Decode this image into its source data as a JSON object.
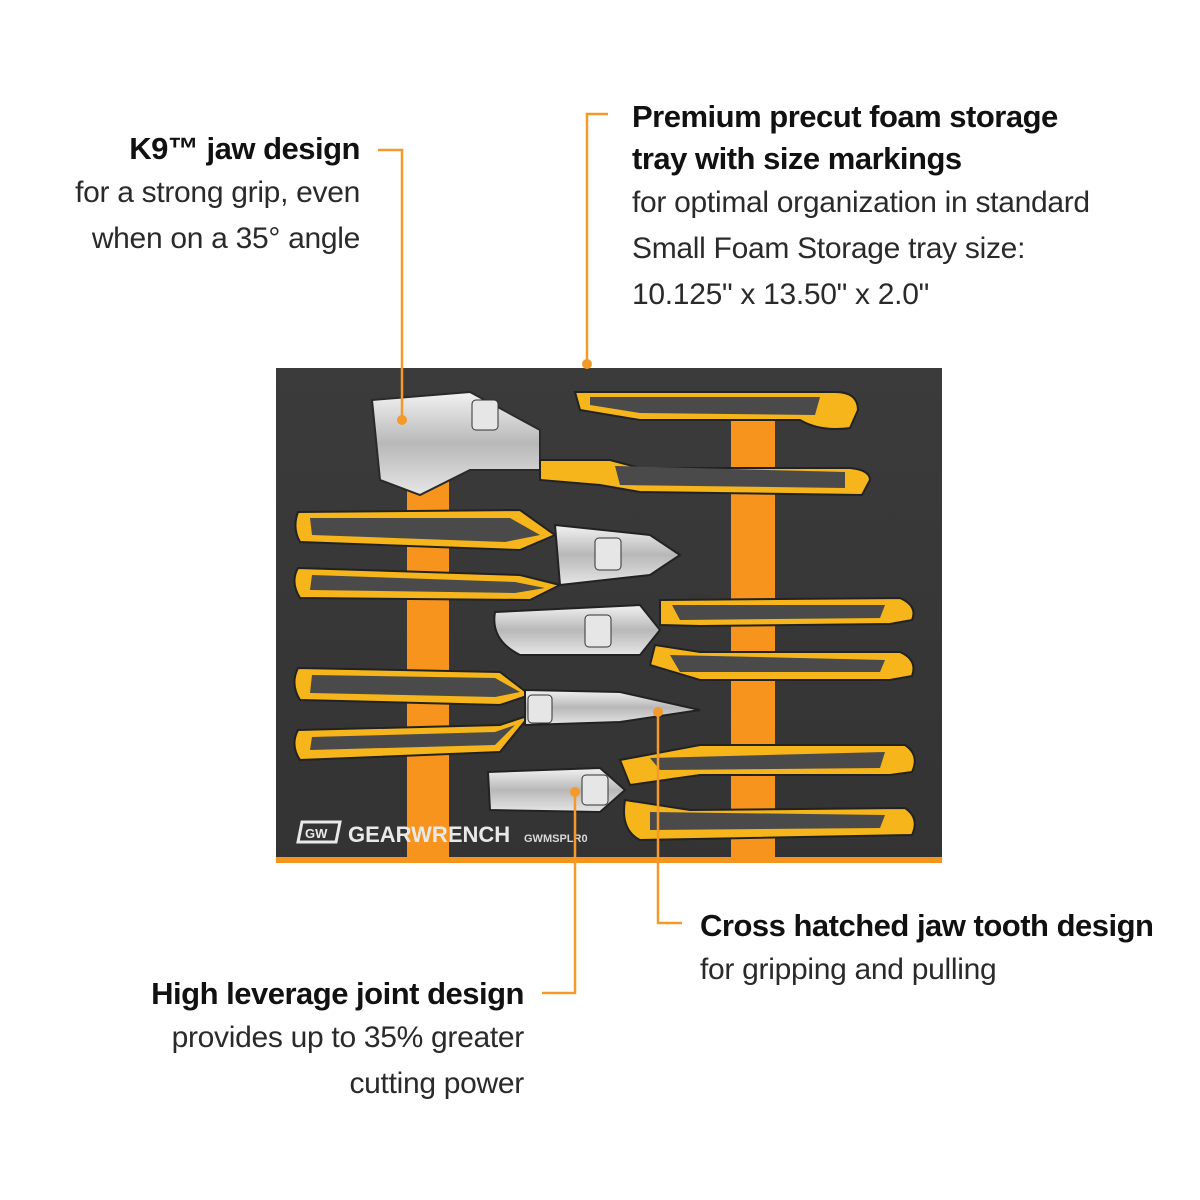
{
  "callouts": {
    "k9": {
      "head": "K9™ jaw design",
      "body_line1": "for a strong grip, even",
      "body_line2": "when on a 35° angle"
    },
    "foam": {
      "head_line1": "Premium precut foam storage",
      "head_line2": "tray with size markings",
      "body_line1": "for optimal organization in standard",
      "body_line2": "Small Foam Storage tray size:",
      "body_line3": "10.125\" x 13.50\" x 2.0\""
    },
    "cross": {
      "head": "Cross hatched jaw tooth design",
      "body": "for gripping and pulling"
    },
    "joint": {
      "head": "High leverage joint design",
      "body_line1": "provides up to 35% greater",
      "body_line2": "cutting power"
    }
  },
  "tray": {
    "brand": "GEARWRENCH",
    "logo": "GW",
    "part_number": "GWMSPLR0"
  },
  "colors": {
    "accent_orange": "#F7941D",
    "leader_line": "#F39A2B",
    "tray_foam": "#3a3a3a",
    "handle_yellow": "#F5B51B",
    "handle_gray": "#4a4a4a",
    "metal": "#c9c9c9"
  },
  "icons": [
    "gearwrench-logo-icon",
    "pliers-icon"
  ]
}
